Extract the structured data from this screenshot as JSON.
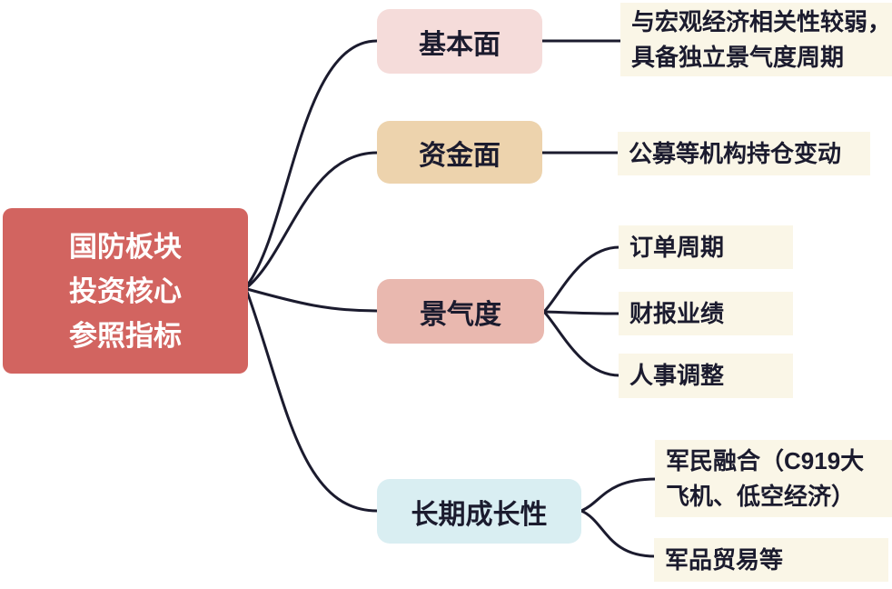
{
  "root": {
    "text": "国防板块\n投资核心\n参照指标",
    "bg": "#d26460",
    "text_color": "#ffffff"
  },
  "branches": [
    {
      "label": "基本面",
      "bg": "#f5dcda",
      "children": [
        {
          "text": "与宏观经济相关性较弱，\n具备独立景气度周期"
        }
      ]
    },
    {
      "label": "资金面",
      "bg": "#edd3ad",
      "children": [
        {
          "text": "公募等机构持仓变动"
        }
      ]
    },
    {
      "label": "景气度",
      "bg": "#e9b8af",
      "children": [
        {
          "text": "订单周期"
        },
        {
          "text": "财报业绩"
        },
        {
          "text": "人事调整"
        }
      ]
    },
    {
      "label": "长期成长性",
      "bg": "#d9eef2",
      "children": [
        {
          "text": "军民融合（C919大\n飞机、低空经济）"
        },
        {
          "text": "军品贸易等"
        }
      ]
    }
  ],
  "style": {
    "leaf_bg": "#faf6e7",
    "line_color": "#1b1b2e",
    "node_text_color": "#1b1b2e",
    "canvas_bg": "#ffffff"
  }
}
